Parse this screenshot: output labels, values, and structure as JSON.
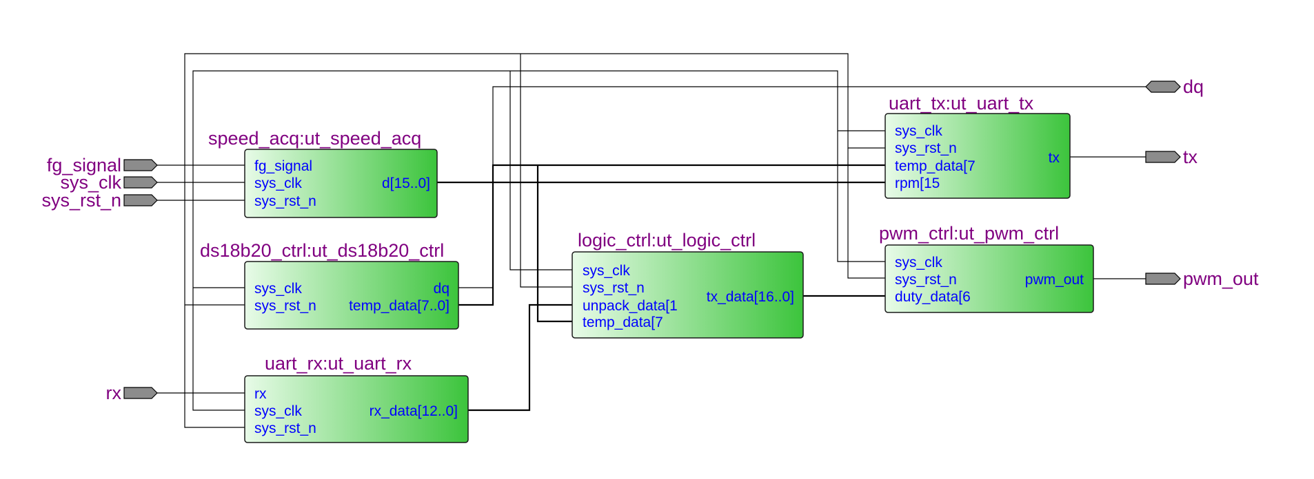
{
  "colors": {
    "block_fill_light": "#e8fbe8",
    "block_fill_dark": "#3cc43c",
    "title_color": "#800080",
    "port_color": "#0000ff",
    "pin_color": "#8c8c8c"
  },
  "io_ports": {
    "fg_signal": "fg_signal",
    "sys_clk": "sys_clk",
    "sys_rst_n": "sys_rst_n",
    "rx": "rx",
    "dq": "dq",
    "tx": "tx",
    "pwm_out": "pwm_out"
  },
  "blocks": {
    "speed_acq": {
      "title": "speed_acq:ut_speed_acq",
      "ports": [
        "fg_signal",
        "sys_clk",
        "sys_rst_n",
        "d[15..0]"
      ]
    },
    "ds18b20": {
      "title": "ds18b20_ctrl:ut_ds18b20_ctrl",
      "ports": [
        "sys_clk",
        "sys_rst_n",
        "dq",
        "temp_data[7..0]"
      ]
    },
    "uart_rx": {
      "title": "uart_rx:ut_uart_rx",
      "ports": [
        "rx",
        "sys_clk",
        "sys_rst_n",
        "rx_data[12..0]"
      ]
    },
    "logic": {
      "title": "logic_ctrl:ut_logic_ctrl",
      "ports": [
        "sys_clk",
        "sys_rst_n",
        "unpack_data[1",
        "temp_data[7",
        "tx_data[16..0]"
      ]
    },
    "uart_tx": {
      "title": "uart_tx:ut_uart_tx",
      "ports": [
        "sys_clk",
        "sys_rst_n",
        "temp_data[7",
        "rpm[15",
        "tx"
      ]
    },
    "pwm": {
      "title": "pwm_ctrl:ut_pwm_ctrl",
      "ports": [
        "sys_clk",
        "sys_rst_n",
        "pwm_out",
        "duty_data[6"
      ]
    }
  }
}
